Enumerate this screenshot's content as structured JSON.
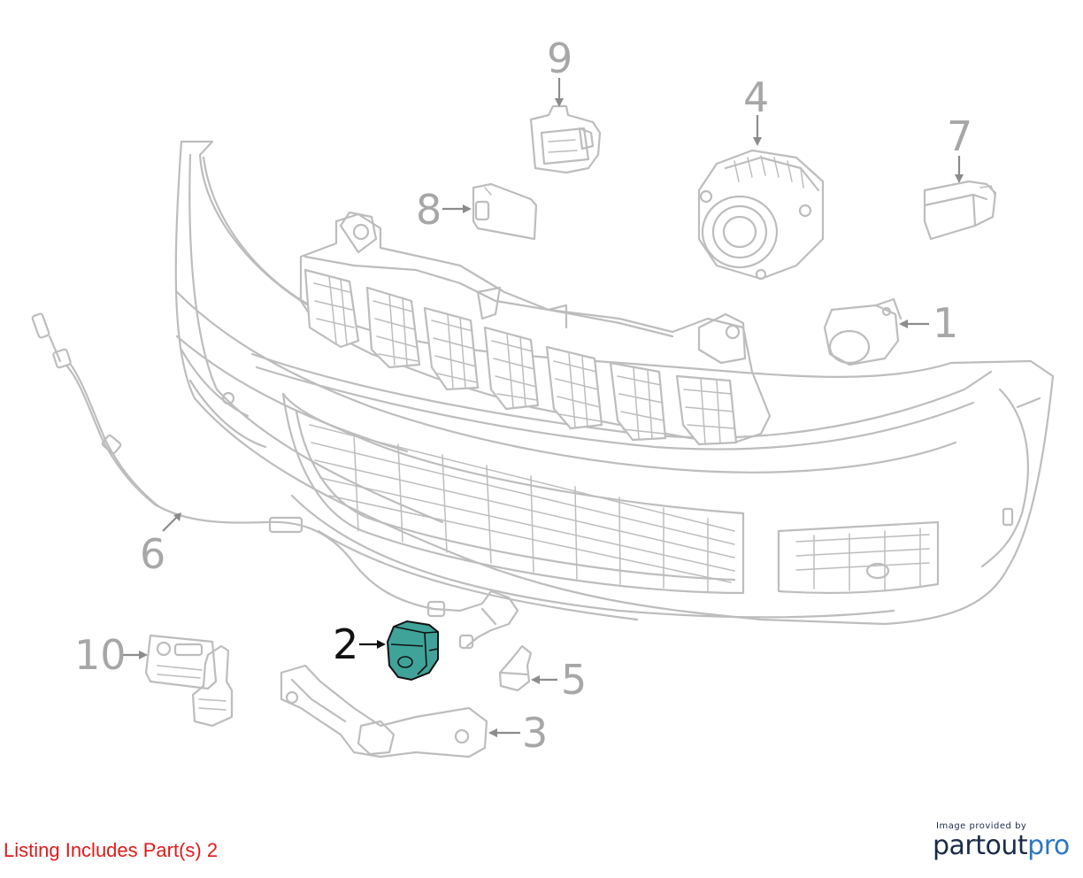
{
  "diagram": {
    "callouts": [
      {
        "id": "1",
        "label": "1"
      },
      {
        "id": "2",
        "label": "2",
        "highlighted": true
      },
      {
        "id": "3",
        "label": "3"
      },
      {
        "id": "4",
        "label": "4"
      },
      {
        "id": "5",
        "label": "5"
      },
      {
        "id": "6",
        "label": "6"
      },
      {
        "id": "7",
        "label": "7"
      },
      {
        "id": "8",
        "label": "8"
      },
      {
        "id": "9",
        "label": "9"
      },
      {
        "id": "10",
        "label": "10"
      }
    ],
    "highlight_color": "#3fa39a"
  },
  "footer": {
    "listing_text": "Listing Includes Part(s) 2",
    "listing_color": "#e01b1b",
    "brand_tagline": "Image provided by",
    "brand_part": "partout",
    "brand_pro": "pro"
  }
}
